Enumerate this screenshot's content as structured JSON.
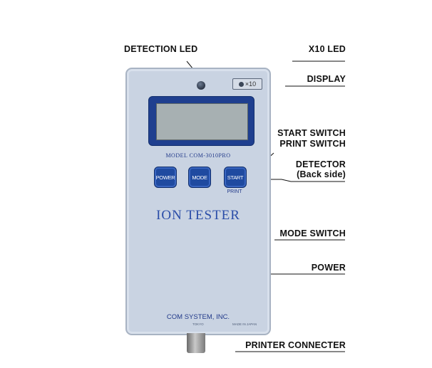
{
  "callouts": {
    "detection_led": "DETECTION LED",
    "x10_led": "X10 LED",
    "display": "DISPLAY",
    "start_switch": "START SWITCH",
    "print_switch": "PRINT SWITCH",
    "detector": "DETECTOR",
    "detector_sub": "(Back side)",
    "mode_switch": "MODE SWITCH",
    "power": "POWER",
    "printer_connecter": "PRINTER CONNECTER"
  },
  "device": {
    "x10_badge": "×10",
    "model": "MODEL COM-3010PRO",
    "buttons": {
      "power": "POWER",
      "mode": "MODE",
      "start": "START",
      "print": "PRINT"
    },
    "brand": "ION TESTER",
    "maker": "COM SYSTEM, INC.",
    "small_left": "TOKYO",
    "small_right": "MADE IN JAPAN"
  },
  "colors": {
    "body": "#c9d3e2",
    "display_frame": "#1f3f8f",
    "lcd": "#a7b0b2",
    "button": "#1f4aa0",
    "text_blue": "#2a4da8"
  }
}
